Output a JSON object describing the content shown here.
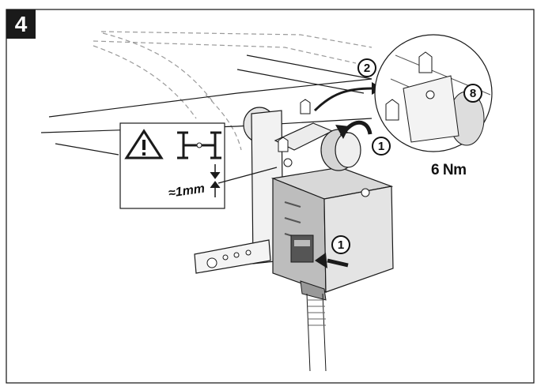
{
  "step": {
    "number": "4"
  },
  "callouts": {
    "step1_top": "1",
    "step2": "2",
    "step1_lower": "1",
    "wrench_size": "8"
  },
  "labels": {
    "torque": "6 Nm",
    "gap": "≈1mm"
  },
  "colors": {
    "line": "#1a1a1a",
    "actuator_light": "#dcdcdc",
    "actuator_dark": "#8e8e8e",
    "dashed": "#9a9a9a"
  }
}
